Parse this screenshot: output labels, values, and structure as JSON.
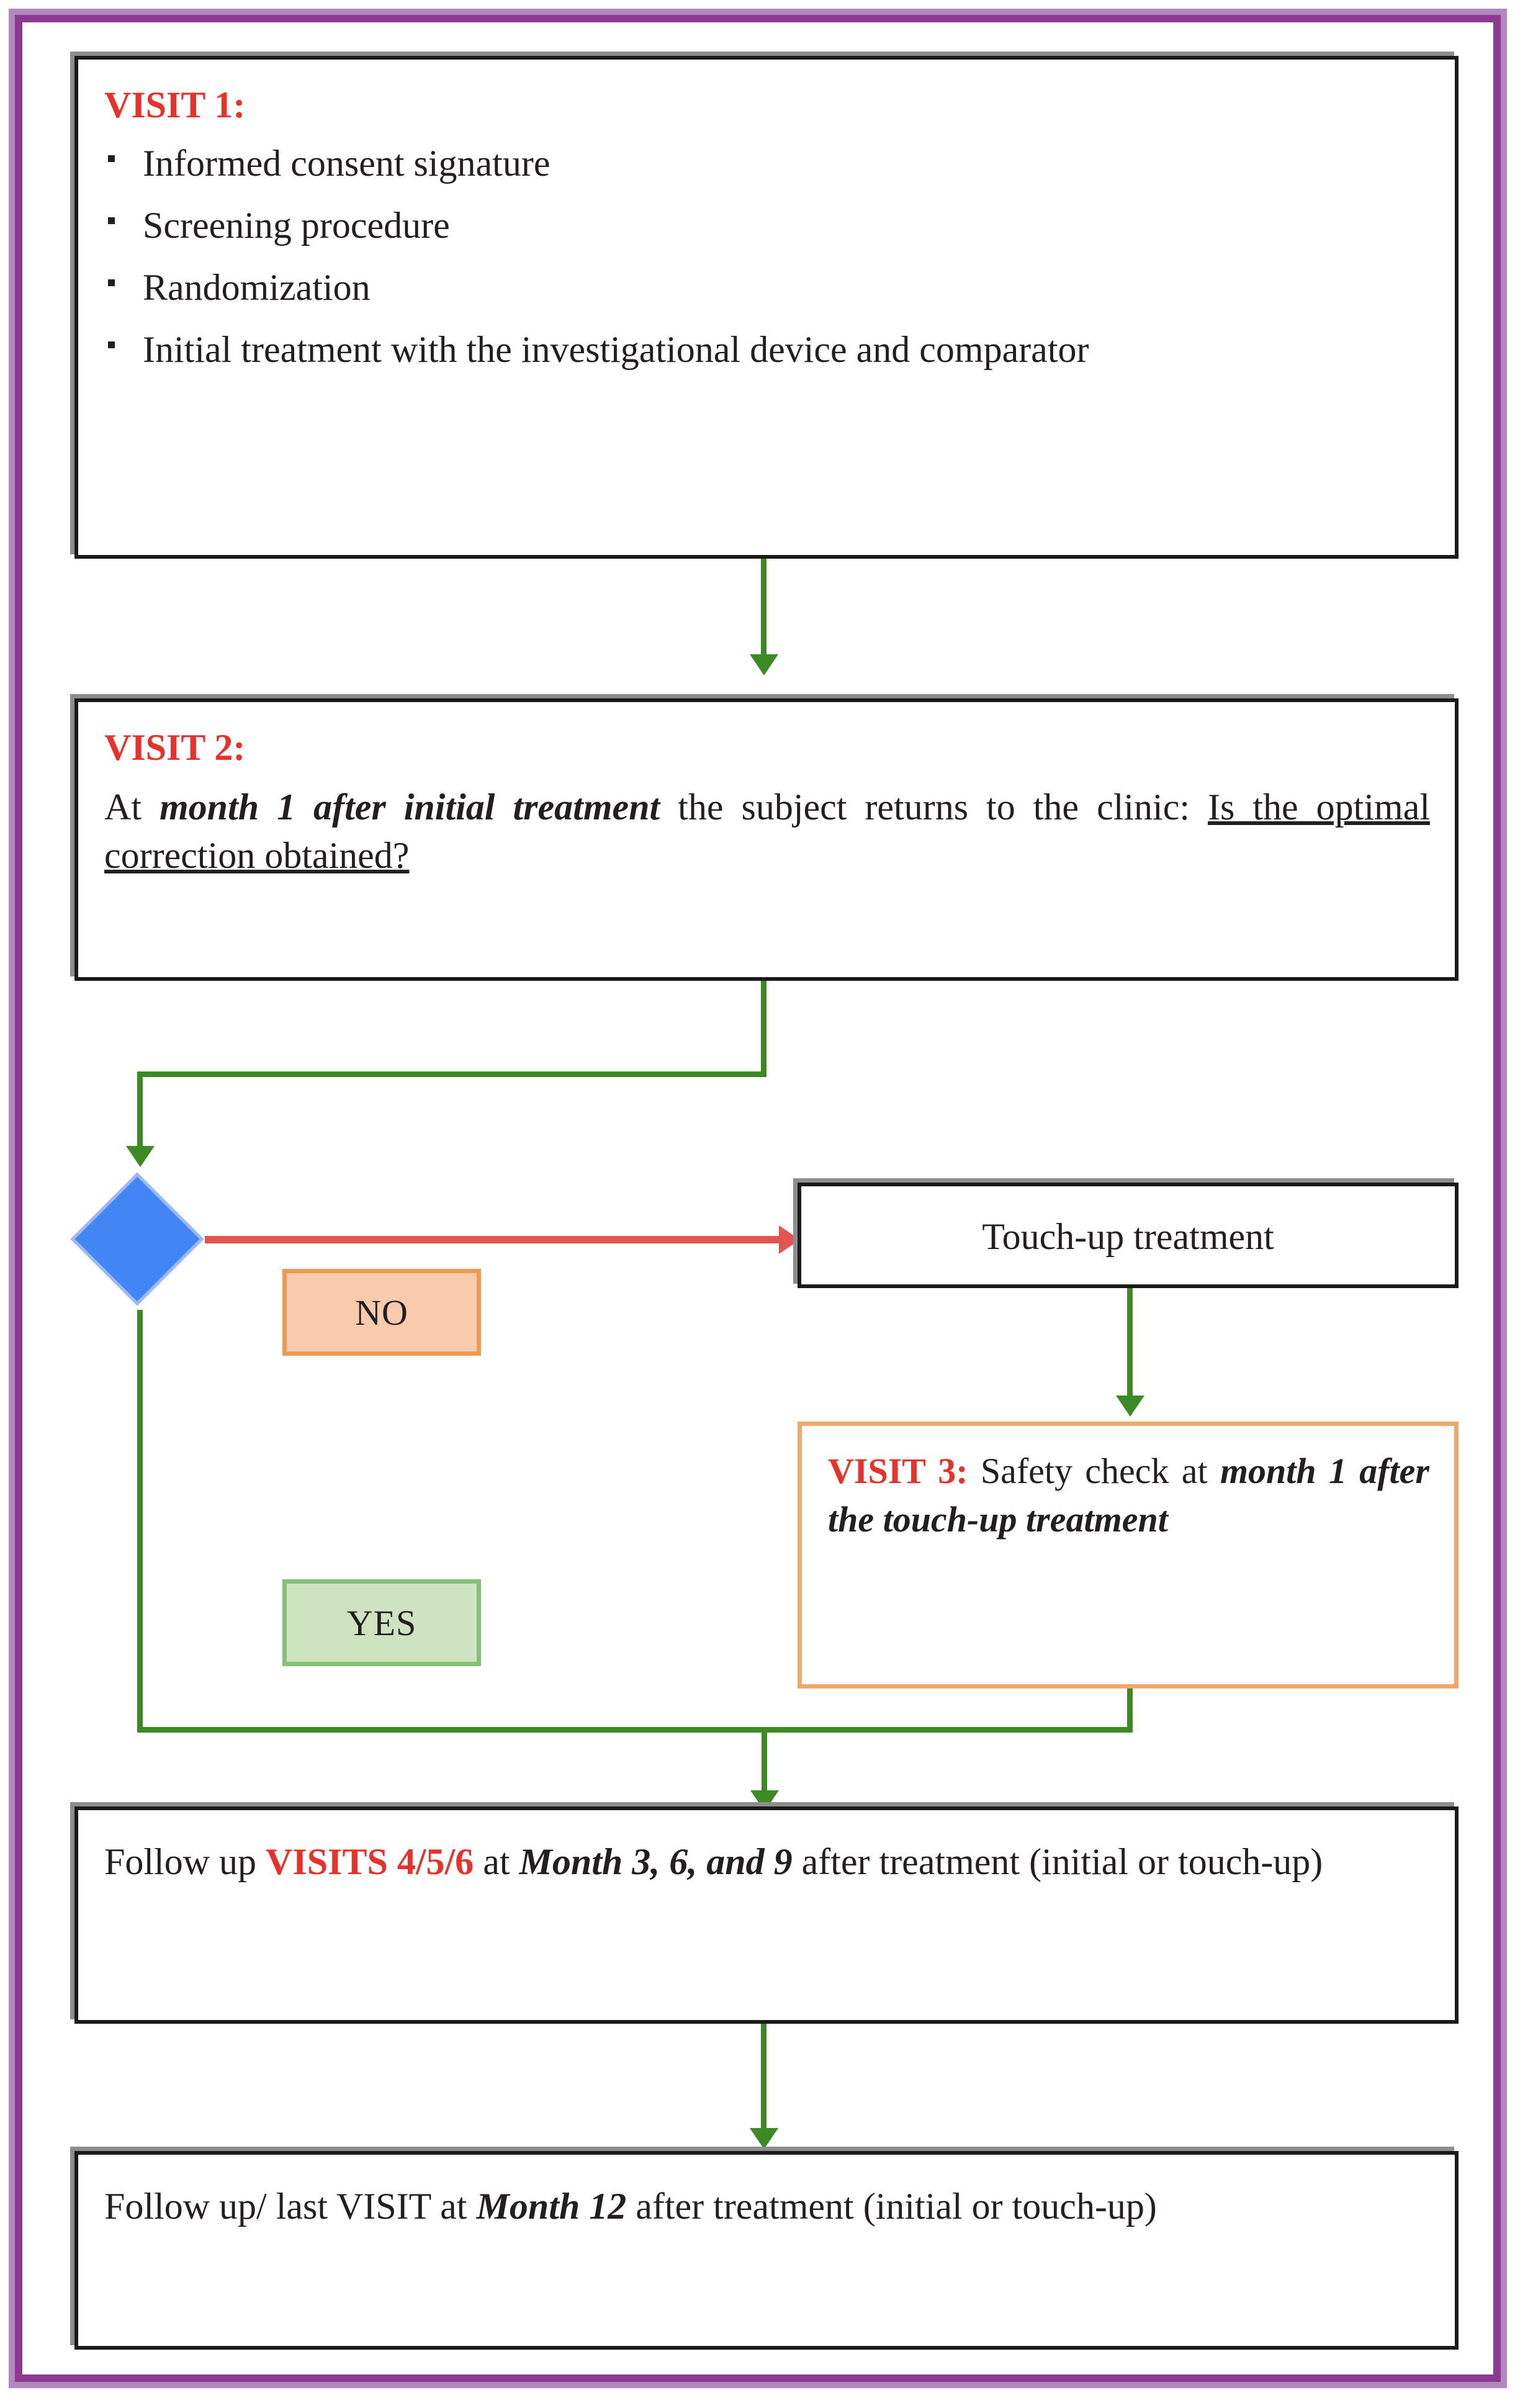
{
  "frame": {
    "outer_border_color": "#b387bf",
    "inner_border_color": "#8c3a90"
  },
  "colors": {
    "visit_red": "#e8312a",
    "arrow_green": "#3c8a24",
    "arrow_red": "#e2564f",
    "diamond_blue": "#4285f4",
    "no_fill": "#f7cbab",
    "no_border": "#ee9a52",
    "yes_fill": "#cee3c0",
    "yes_border": "#87bf77",
    "orange_box_border": "#f0a869",
    "box_border": "#1a1a1a",
    "box_shadow": "#8d8d8d"
  },
  "nodes": {
    "visit1": {
      "title": "VISIT 1:",
      "bullets": [
        "Informed consent signature",
        "Screening procedure",
        "Randomization",
        "Initial treatment with the investigational device and comparator"
      ]
    },
    "visit2": {
      "title": "VISIT 2:",
      "line_lead": "At ",
      "line_em": "month 1 after initial treatment",
      "line_mid": " the subject returns to the clinic: ",
      "line_underlined": "Is the optimal correction obtained?"
    },
    "touchup": {
      "label": "Touch-up treatment"
    },
    "visit3": {
      "title": "VISIT 3:",
      "text_plain": " Safety check at ",
      "text_em": "month 1 after the touch-up treatment"
    },
    "visits456": {
      "lead": "Follow up ",
      "visits": "VISITS 4/5/6",
      "mid": " at ",
      "months": "Month 3, 6, and 9",
      "tail": " after treatment (initial or touch-up)"
    },
    "lastvisit": {
      "lead": "Follow up/ last VISIT at ",
      "months": "Month 12",
      "tail": " after treatment (initial or touch-up)"
    }
  },
  "decision": {
    "shape": "diamond",
    "no_label": "NO",
    "yes_label": "YES"
  }
}
